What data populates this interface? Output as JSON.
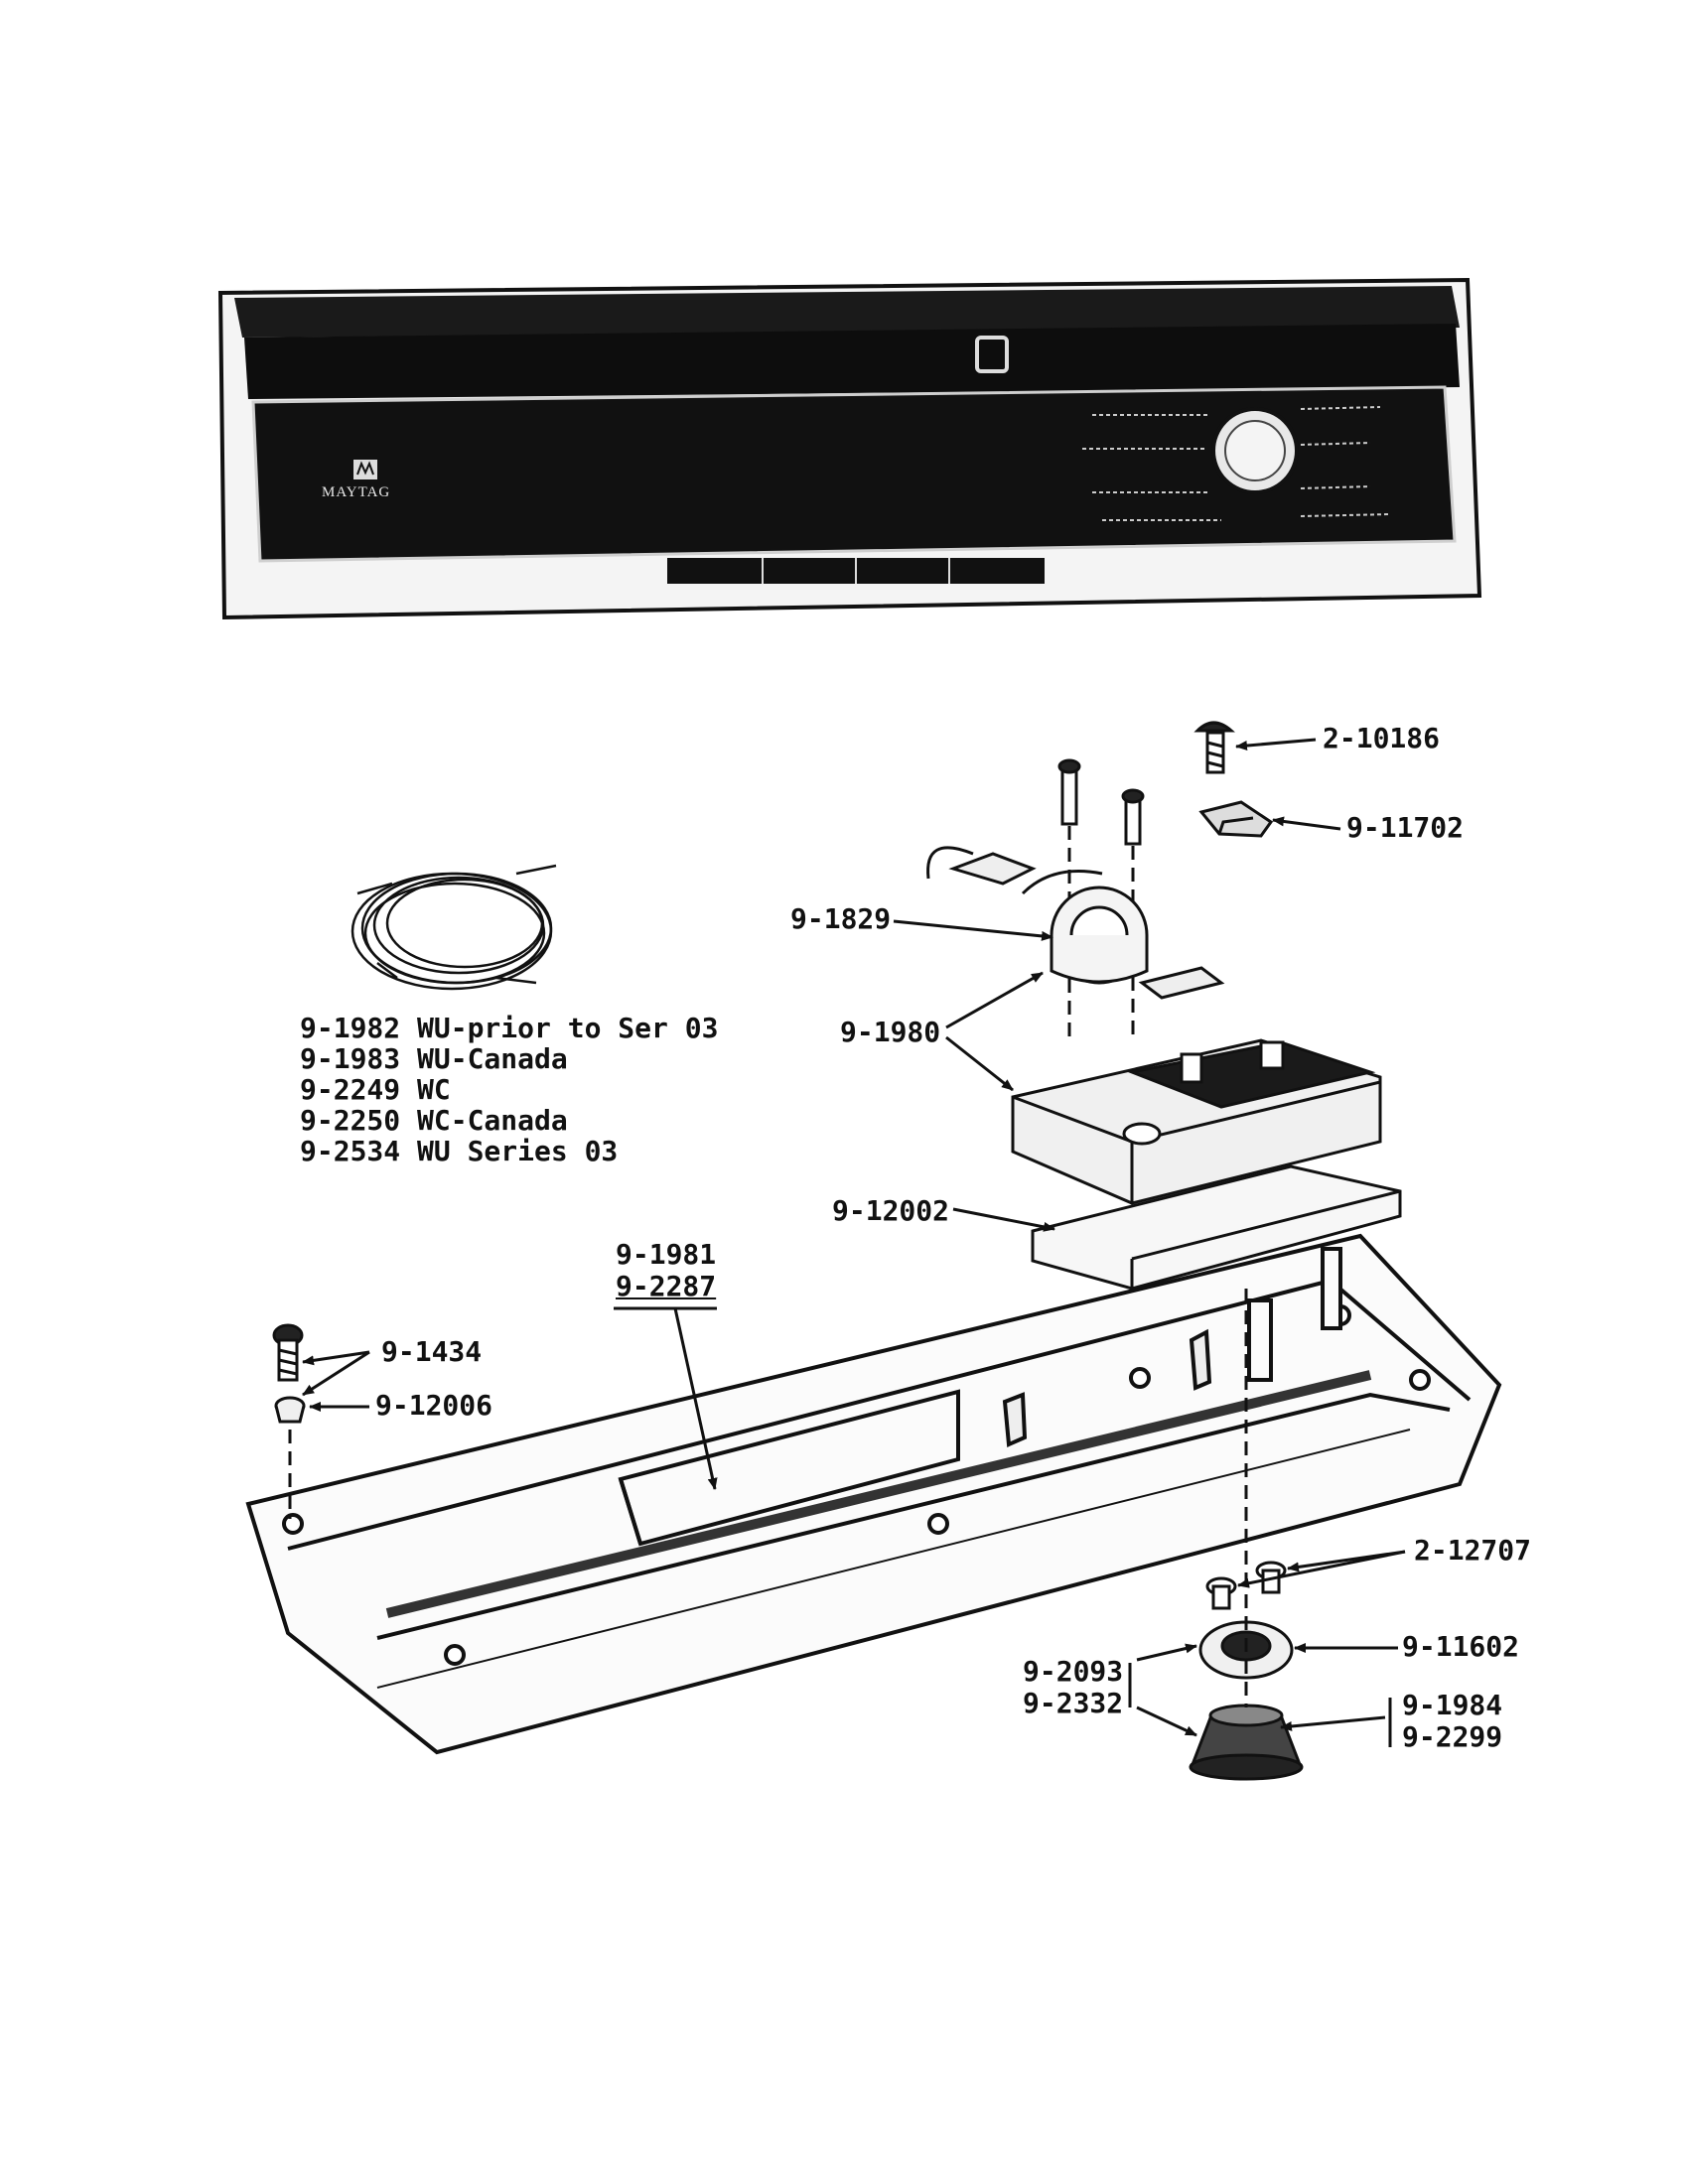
{
  "console": {
    "brand": "MAYTAG",
    "dial_labels_left": [
      "",
      "",
      "",
      ""
    ],
    "dial_labels_right": [
      "",
      "",
      "",
      ""
    ]
  },
  "harness_legend": [
    "9-1982 WU-prior to Ser 03",
    "9-1983 WU-Canada",
    "9-2249 WC",
    "9-2250 WC-Canada",
    "9-2534 WU Series 03"
  ],
  "callouts": {
    "screw_top": "2-10186",
    "clip": "9-11702",
    "timer_motor": "9-1829",
    "timer": "9-1980",
    "insulator": "9-12002",
    "panel_a": "9-1981",
    "panel_b": "9-2287",
    "screw_left": "9-1434",
    "plug": "9-12006",
    "screws_pair": "2-12707",
    "dial_skirt": "9-11602",
    "knob_insert_a": "9-2093",
    "knob_insert_b": "9-2332",
    "knob_a": "9-1984",
    "knob_b": "9-2299"
  }
}
